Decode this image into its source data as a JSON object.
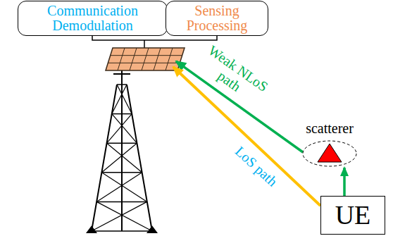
{
  "diagram": {
    "nodes": [
      {
        "text": [
          "Communication Demodulation"
        ]
      },
      {
        "text": [
          "Sensing Processing"
        ]
      },
      {
        "text": [
          "scatterer"
        ]
      },
      {
        "text": [
          "UE"
        ]
      }
    ],
    "edges": [
      {
        "from": 3,
        "to": 2,
        "arrow": "to"
      }
    ],
    "labels": [
      "Weak NLoS path",
      "LoS path"
    ]
  }
}
